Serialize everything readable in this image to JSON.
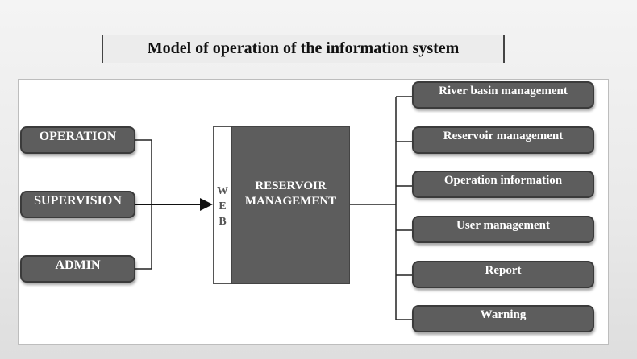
{
  "title": "Model of operation of the information system",
  "left_nodes": [
    {
      "label": "OPERATION"
    },
    {
      "label": "SUPERVISION"
    },
    {
      "label": "ADMIN"
    }
  ],
  "web_letters": [
    "W",
    "E",
    "B"
  ],
  "core": {
    "line1": "RESERVOIR",
    "line2": "MANAGEMENT"
  },
  "right_nodes": [
    {
      "label": "River basin management"
    },
    {
      "label": "Reservoir management"
    },
    {
      "label": "Operation information"
    },
    {
      "label": "User management"
    },
    {
      "label": "Report"
    },
    {
      "label": "Warning"
    }
  ]
}
